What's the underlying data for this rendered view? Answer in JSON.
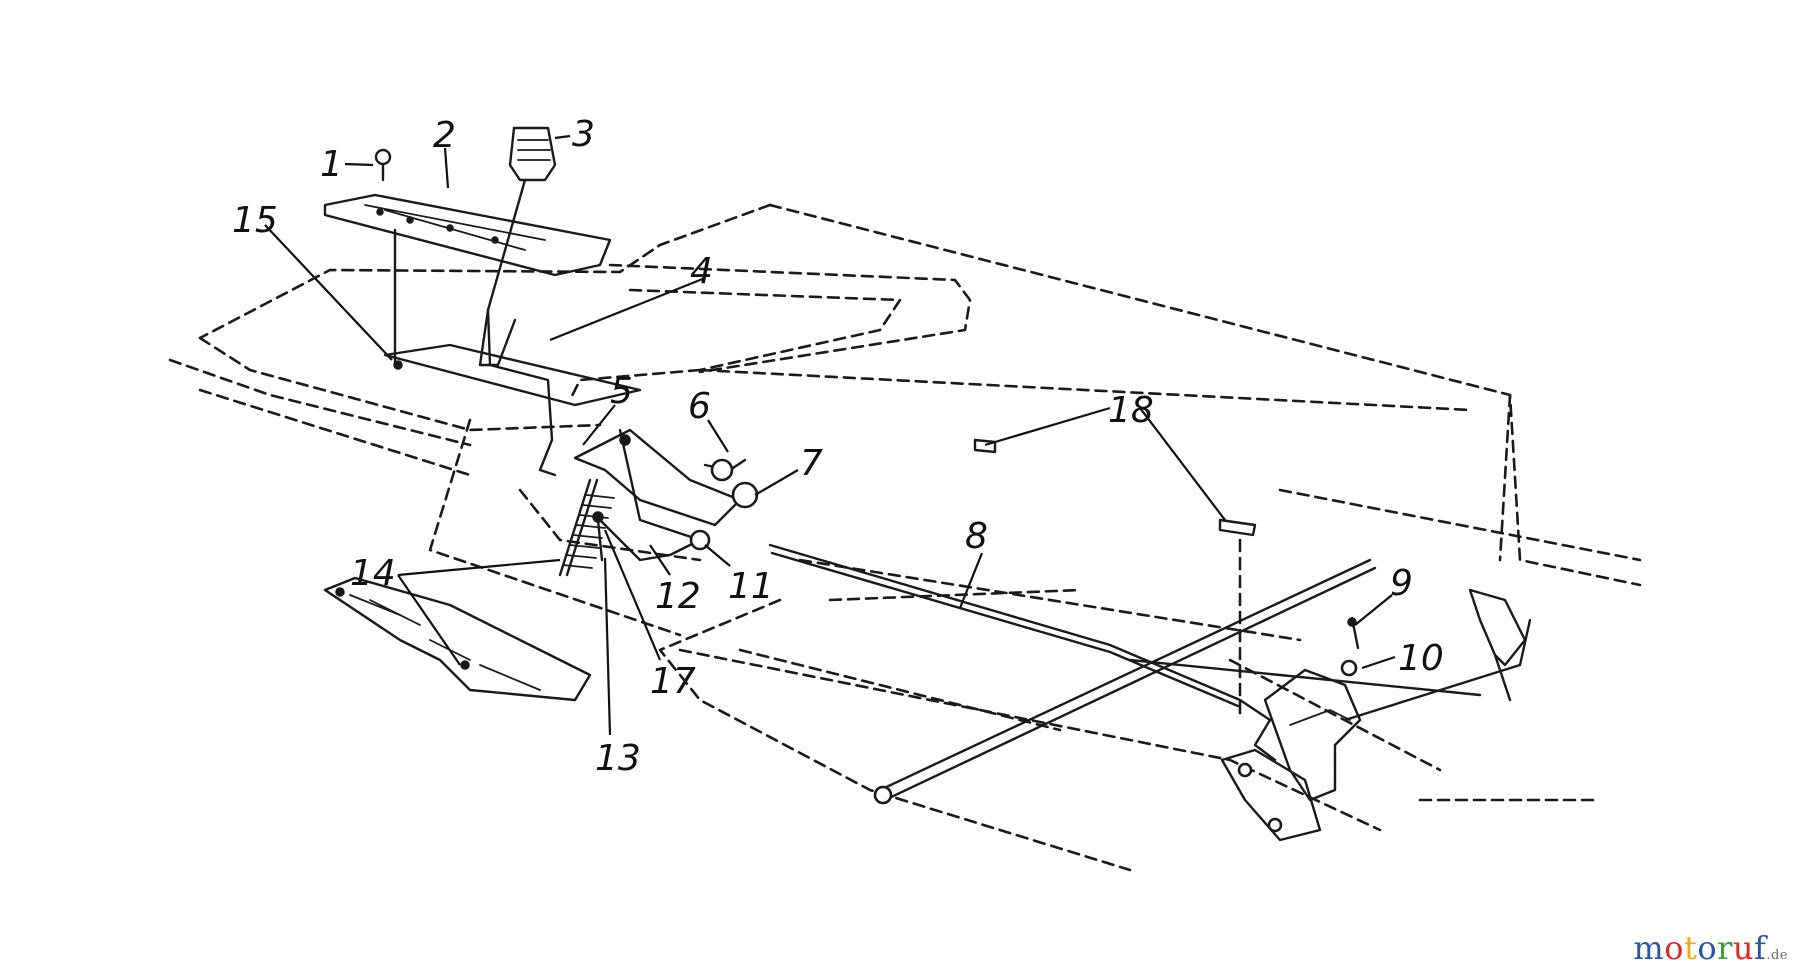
{
  "callouts": [
    {
      "id": "1",
      "text": "1"
    },
    {
      "id": "2",
      "text": "2"
    },
    {
      "id": "3",
      "text": "3"
    },
    {
      "id": "4",
      "text": "4"
    },
    {
      "id": "5",
      "text": "5"
    },
    {
      "id": "6",
      "text": "6"
    },
    {
      "id": "7",
      "text": "7"
    },
    {
      "id": "8",
      "text": "8"
    },
    {
      "id": "9",
      "text": "9"
    },
    {
      "id": "10",
      "text": "10"
    },
    {
      "id": "11",
      "text": "11"
    },
    {
      "id": "12",
      "text": "12"
    },
    {
      "id": "13",
      "text": "13"
    },
    {
      "id": "14",
      "text": "14"
    },
    {
      "id": "15",
      "text": "15"
    },
    {
      "id": "17",
      "text": "17"
    },
    {
      "id": "18",
      "text": "18"
    }
  ],
  "watermark": {
    "letters": [
      "m",
      "o",
      "t",
      "o",
      "r",
      "u",
      "f"
    ],
    "letter_colors": [
      "#2b54a3",
      "#d52a2a",
      "#e6a91c",
      "#2b54a3",
      "#3f9b3a",
      "#d52a2a",
      "#2b54a3"
    ],
    "suffix": ".de"
  }
}
